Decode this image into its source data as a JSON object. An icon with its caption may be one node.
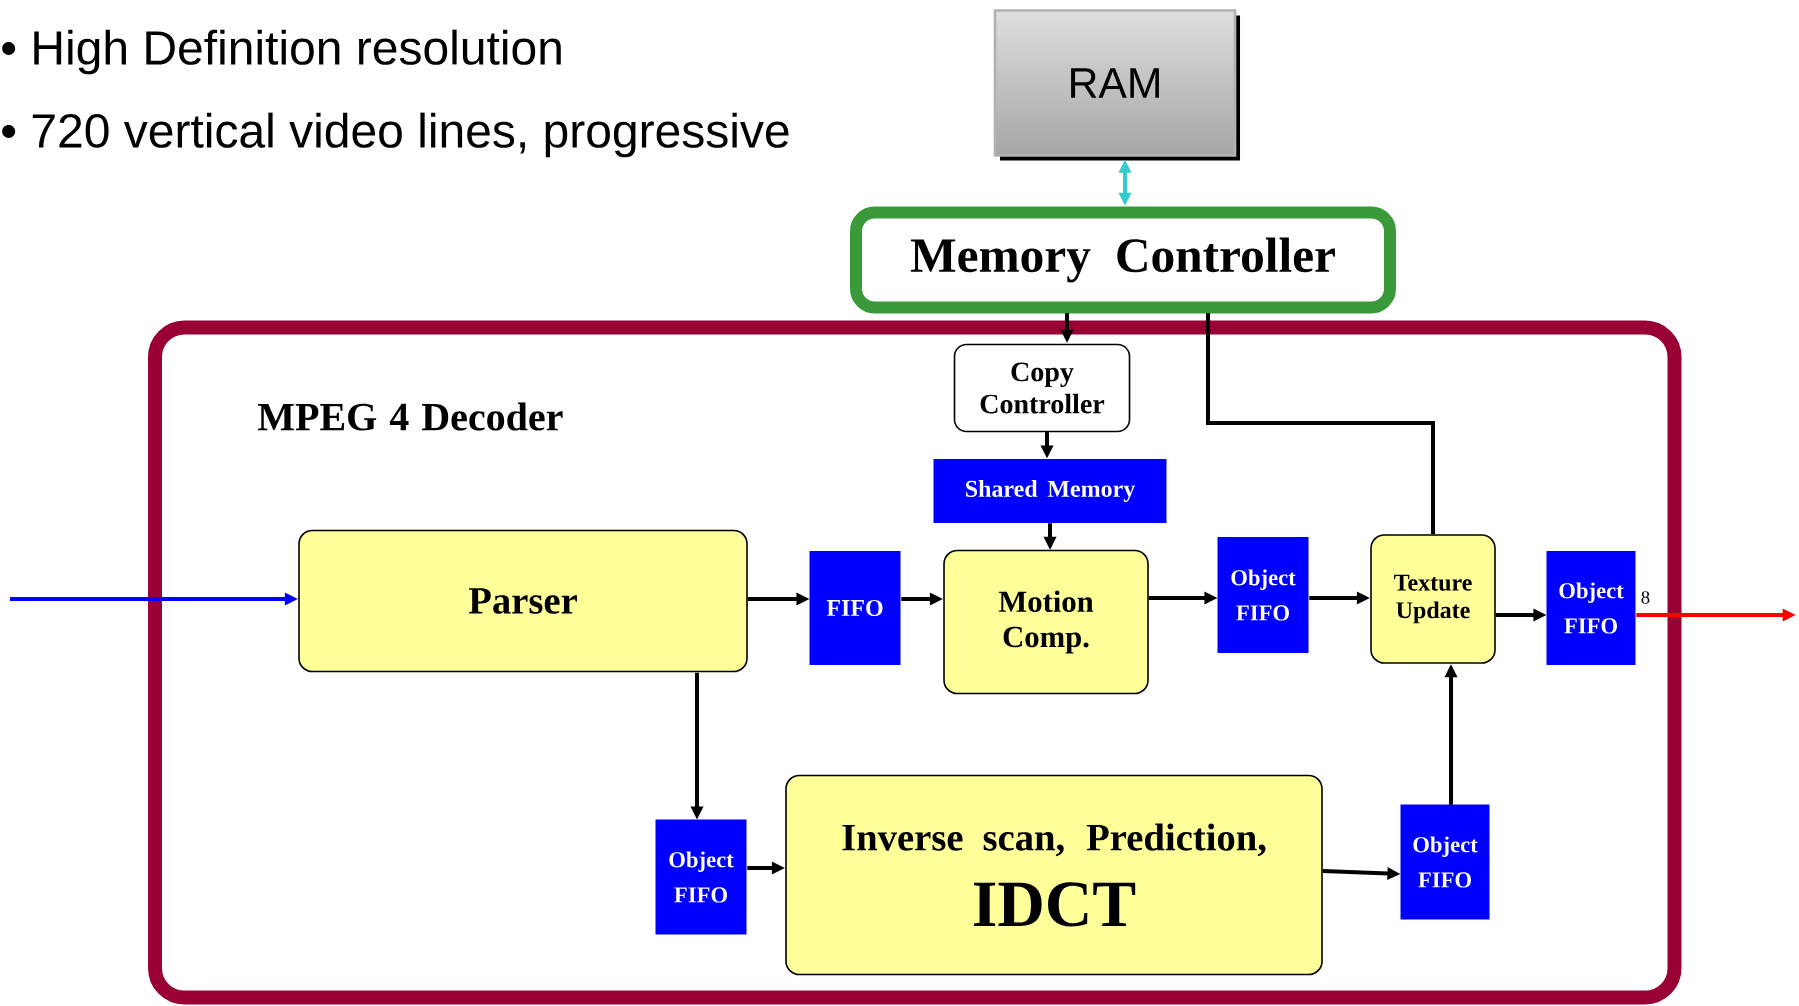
{
  "diagram": {
    "nodes": [
      {
        "text": [
          "RAM"
        ]
      },
      {
        "text": [
          "Memory  Controller"
        ]
      },
      {
        "text": [
          "MPEG 4 Decoder"
        ]
      },
      {
        "text": [
          "Copy Controller"
        ],
        "in": 2
      },
      {
        "text": [
          "Shared Memory"
        ],
        "in": 2
      },
      {
        "text": [
          "Parser"
        ],
        "in": 2
      },
      {
        "text": [
          "FIFO"
        ],
        "in": 2
      },
      {
        "text": [
          "Motion Comp."
        ],
        "in": 2
      },
      {
        "text": [
          "Object FIFO"
        ],
        "in": 2
      },
      {
        "text": [
          "Texture Update"
        ],
        "in": 2
      },
      {
        "text": [
          "Object FIFO"
        ],
        "in": 2,
        "beside": [
          "8"
        ]
      },
      {
        "text": [
          "Object FIFO"
        ],
        "in": 2
      },
      {
        "text": [
          "Inverse scan, Prediction,",
          "IDCT"
        ],
        "in": 2
      },
      {
        "text": [
          "Object FIFO"
        ],
        "in": 2
      }
    ],
    "edges": [
      {
        "from": 0,
        "to": 1,
        "arrow": "both",
        "color": "#33cccc"
      },
      {
        "from": 1,
        "to": 3,
        "arrow": "to"
      },
      {
        "from": 3,
        "to": 4,
        "arrow": "to"
      },
      {
        "from": 4,
        "to": 7,
        "arrow": "to"
      },
      {
        "from": null,
        "to": 5,
        "arrow": "to",
        "color": "#0000ff"
      },
      {
        "from": 5,
        "to": 6,
        "arrow": "to"
      },
      {
        "from": 6,
        "to": 7,
        "arrow": "to"
      },
      {
        "from": 7,
        "to": 8,
        "arrow": "to"
      },
      {
        "from": 8,
        "to": 9,
        "arrow": "to"
      },
      {
        "from": 9,
        "to": 10,
        "arrow": "to"
      },
      {
        "from": 10,
        "to": null,
        "arrow": "to",
        "color": "#ff0000"
      },
      {
        "from": 5,
        "to": 11,
        "arrow": "to"
      },
      {
        "from": 11,
        "to": 12,
        "arrow": "to"
      },
      {
        "from": 12,
        "to": 13,
        "arrow": "to"
      },
      {
        "from": 13,
        "to": 9,
        "arrow": "to"
      },
      {
        "from": 9,
        "to": 1,
        "arrow": "none"
      }
    ],
    "labels": [
      "• High Definition resolution",
      "• 720 vertical video lines, progressive"
    ]
  }
}
